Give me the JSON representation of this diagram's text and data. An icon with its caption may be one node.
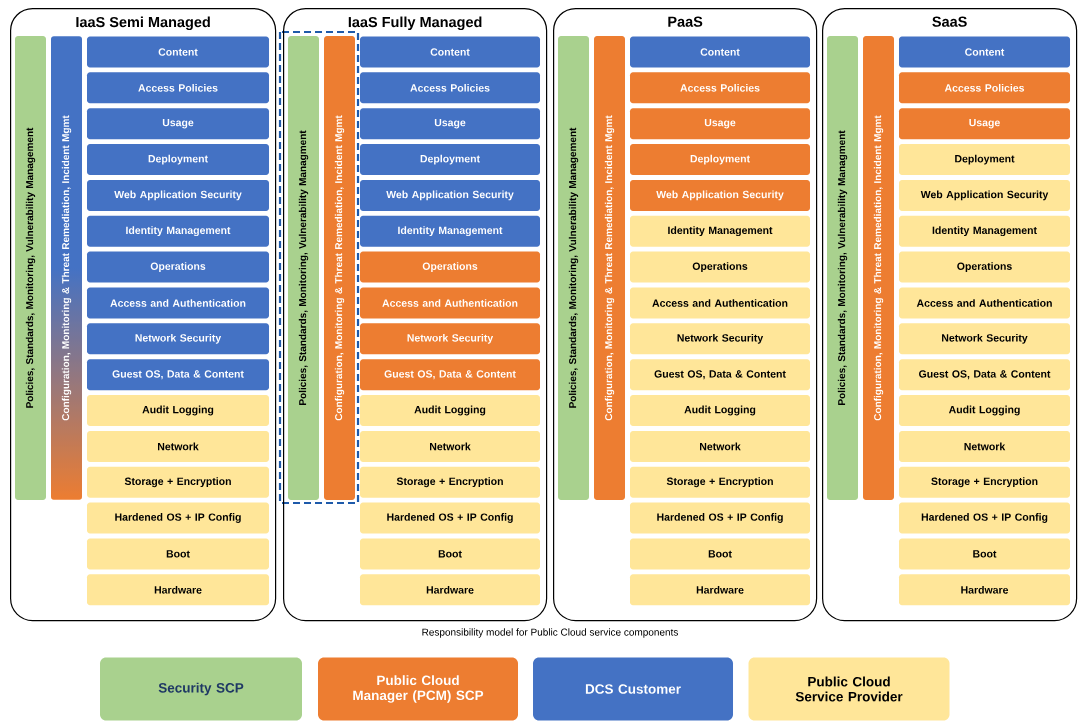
{
  "diagram": {
    "caption": "Responsibility model for Public Cloud service components",
    "nodes": [
      {
        "text": [
          "IaaS Semi Managed"
        ]
      },
      {
        "text": [
          "Policies, Standards, Monitoring, Vulnerability Management"
        ],
        "in": 0
      },
      {
        "text": [
          "Configuration, Monitoring & Threat Remediation, Incident Mgmt"
        ],
        "in": 0
      },
      {
        "text": [
          "Content"
        ],
        "in": 0
      },
      {
        "text": [
          "Access Policies"
        ],
        "in": 0
      },
      {
        "text": [
          "Usage"
        ],
        "in": 0
      },
      {
        "text": [
          "Deployment"
        ],
        "in": 0
      },
      {
        "text": [
          "Web Application Security"
        ],
        "in": 0
      },
      {
        "text": [
          "Identity Management"
        ],
        "in": 0
      },
      {
        "text": [
          "Operations"
        ],
        "in": 0
      },
      {
        "text": [
          "Access and Authentication"
        ],
        "in": 0
      },
      {
        "text": [
          "Network Security"
        ],
        "in": 0
      },
      {
        "text": [
          "Guest OS, Data & Content"
        ],
        "in": 0
      },
      {
        "text": [
          "Audit Logging"
        ],
        "in": 0
      },
      {
        "text": [
          "Network"
        ],
        "in": 0
      },
      {
        "text": [
          "Storage + Encryption"
        ],
        "in": 0
      },
      {
        "text": [
          "Hardened OS + IP Config"
        ],
        "in": 0
      },
      {
        "text": [
          "Boot"
        ],
        "in": 0
      },
      {
        "text": [
          "Hardware"
        ],
        "in": 0
      },
      {
        "text": [
          "IaaS Fully Managed"
        ]
      },
      {
        "text": [
          "Policies, Standards, Monitoring, Vulnerability Managment"
        ],
        "in": 19
      },
      {
        "text": [
          "Configuration, Monitoring & Threat Remediation, Incident Mgmt"
        ],
        "in": 19
      },
      {
        "text": [
          "Content"
        ],
        "in": 19
      },
      {
        "text": [
          "Access Policies"
        ],
        "in": 19
      },
      {
        "text": [
          "Usage"
        ],
        "in": 19
      },
      {
        "text": [
          "Deployment"
        ],
        "in": 19
      },
      {
        "text": [
          "Web Application Security"
        ],
        "in": 19
      },
      {
        "text": [
          "Identity Management"
        ],
        "in": 19
      },
      {
        "text": [
          "Operations"
        ],
        "in": 19
      },
      {
        "text": [
          "Access and Authentication"
        ],
        "in": 19
      },
      {
        "text": [
          "Network Security"
        ],
        "in": 19
      },
      {
        "text": [
          "Guest OS, Data & Content"
        ],
        "in": 19
      },
      {
        "text": [
          "Audit Logging"
        ],
        "in": 19
      },
      {
        "text": [
          "Network"
        ],
        "in": 19
      },
      {
        "text": [
          "Storage + Encryption"
        ],
        "in": 19
      },
      {
        "text": [
          "Hardened OS + IP Config"
        ],
        "in": 19
      },
      {
        "text": [
          "Boot"
        ],
        "in": 19
      },
      {
        "text": [
          "Hardware"
        ],
        "in": 19
      },
      {
        "text": [
          "PaaS"
        ]
      },
      {
        "text": [
          "Policies, Standards, Monitoring, Vulnerability Management"
        ],
        "in": 38
      },
      {
        "text": [
          "Configuration, Monitoring & Threat Remediation, Incident Mgmt"
        ],
        "in": 38
      },
      {
        "text": [
          "Content"
        ],
        "in": 38
      },
      {
        "text": [
          "Access Policies"
        ],
        "in": 38
      },
      {
        "text": [
          "Usage"
        ],
        "in": 38
      },
      {
        "text": [
          "Deployment"
        ],
        "in": 38
      },
      {
        "text": [
          "Web Application Security"
        ],
        "in": 38
      },
      {
        "text": [
          "Identity Management"
        ],
        "in": 38
      },
      {
        "text": [
          "Operations"
        ],
        "in": 38
      },
      {
        "text": [
          "Access and Authentication"
        ],
        "in": 38
      },
      {
        "text": [
          "Network Security"
        ],
        "in": 38
      },
      {
        "text": [
          "Guest OS, Data & Content"
        ],
        "in": 38
      },
      {
        "text": [
          "Audit Logging"
        ],
        "in": 38
      },
      {
        "text": [
          "Network"
        ],
        "in": 38
      },
      {
        "text": [
          "Storage + Encryption"
        ],
        "in": 38
      },
      {
        "text": [
          "Hardened OS + IP Config"
        ],
        "in": 38
      },
      {
        "text": [
          "Boot"
        ],
        "in": 38
      },
      {
        "text": [
          "Hardware"
        ],
        "in": 38
      },
      {
        "text": [
          "SaaS"
        ]
      },
      {
        "text": [
          "Policies, Standards, Monitoring, Vulnerability Managment"
        ],
        "in": 57
      },
      {
        "text": [
          "Configuration, Monitoring & Threat Remediation, Incident Mgmt"
        ],
        "in": 57
      },
      {
        "text": [
          "Content"
        ],
        "in": 57
      },
      {
        "text": [
          "Access Policies"
        ],
        "in": 57
      },
      {
        "text": [
          "Usage"
        ],
        "in": 57
      },
      {
        "text": [
          "Deployment"
        ],
        "in": 57
      },
      {
        "text": [
          "Web Application Security"
        ],
        "in": 57
      },
      {
        "text": [
          "Identity Management"
        ],
        "in": 57
      },
      {
        "text": [
          "Operations"
        ],
        "in": 57
      },
      {
        "text": [
          "Access and Authentication"
        ],
        "in": 57
      },
      {
        "text": [
          "Network Security"
        ],
        "in": 57
      },
      {
        "text": [
          "Guest OS, Data & Content"
        ],
        "in": 57
      },
      {
        "text": [
          "Audit Logging"
        ],
        "in": 57
      },
      {
        "text": [
          "Network"
        ],
        "in": 57
      },
      {
        "text": [
          "Storage + Encryption"
        ],
        "in": 57
      },
      {
        "text": [
          "Hardened OS + IP Config"
        ],
        "in": 57
      },
      {
        "text": [
          "Boot"
        ],
        "in": 57
      },
      {
        "text": [
          "Hardware"
        ],
        "in": 57
      }
    ],
    "legend": [
      {
        "text": "Security SCP",
        "color": "#a9d18e"
      },
      {
        "text": "Public Cloud Manager (PCM) SCP",
        "color": "#ed7d31"
      },
      {
        "text": "DCS Customer",
        "color": "#4472c4"
      },
      {
        "text": "Public Cloud Service Provider",
        "color": "#ffe699"
      }
    ]
  }
}
